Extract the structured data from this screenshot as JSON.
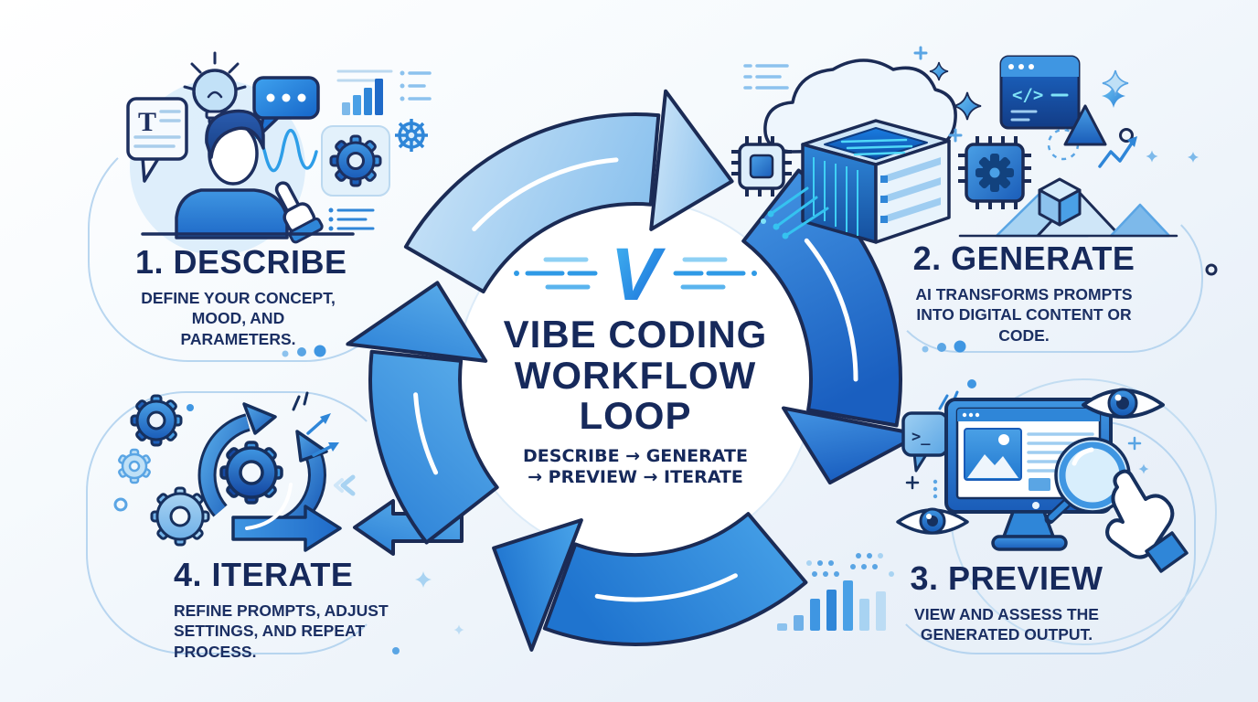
{
  "center": {
    "logo_letter": "V",
    "title_line1": "VIBE CODING",
    "title_line2": "WORKFLOW",
    "title_line3": "LOOP",
    "subtitle_line1": "DESCRIBE → GENERATE",
    "subtitle_line2": "→ PREVIEW → ITERATE"
  },
  "steps": [
    {
      "heading": "1. DESCRIBE",
      "description": "DEFINE YOUR CONCEPT, MOOD, AND PARAMETERS."
    },
    {
      "heading": "2. GENERATE",
      "description": "AI TRANSFORMS PROMPTS INTO DIGITAL CONTENT OR CODE."
    },
    {
      "heading": "3. PREVIEW",
      "description": "VIEW AND ASSESS THE GENERATED OUTPUT."
    },
    {
      "heading": "4. ITERATE",
      "description": "REFINE PROMPTS, ADJUST SETTINGS, AND REPEAT PROCESS."
    }
  ],
  "glyphs": {
    "doc_letter": "T",
    "code_tag": "</>",
    "terminal_prompt": ">_"
  },
  "colors": {
    "background_top": "#fdfeff",
    "background_bottom": "#e6eef7",
    "navy_outline": "#1b2b55",
    "heading_text": "#16295b",
    "body_text": "#1b2f63",
    "primary_blue": "#2f86d8",
    "deep_blue": "#1a5cb8",
    "sky_blue": "#4aa0e6",
    "light_blue": "#8cc2ee",
    "pale_blue": "#cfe6f8",
    "cyan_accent": "#35c3f0",
    "card_outline": "#aed0ee",
    "white": "#ffffff"
  }
}
